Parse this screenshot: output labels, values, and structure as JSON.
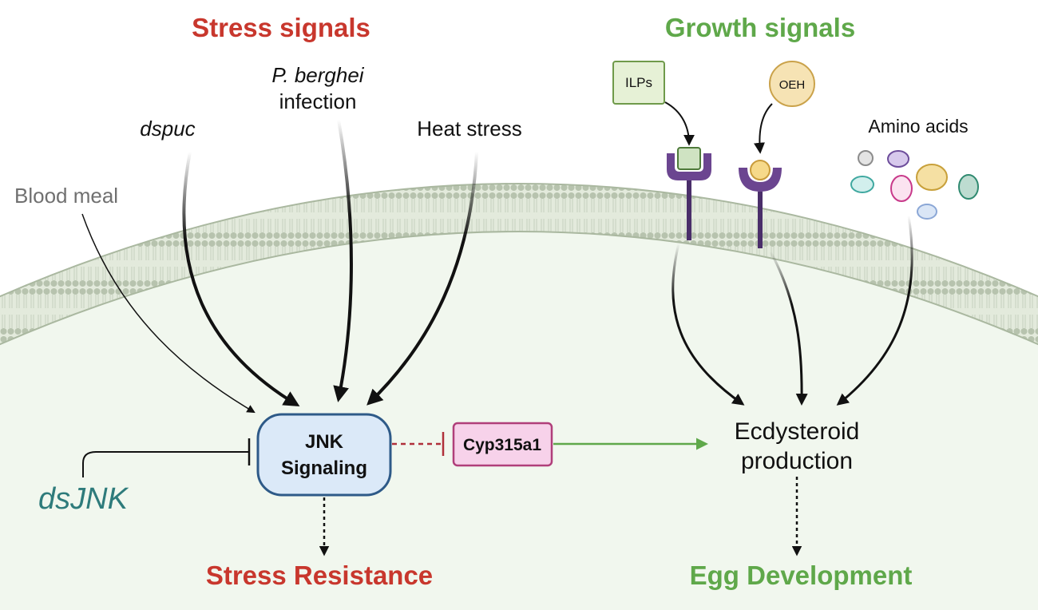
{
  "headings": {
    "stress_signals": "Stress signals",
    "growth_signals": "Growth signals",
    "stress_resistance": "Stress Resistance",
    "egg_development": "Egg Development"
  },
  "inputs": {
    "blood_meal": "Blood meal",
    "dspuc": "dspuc",
    "p_berghei": "P. berghei",
    "infection": "infection",
    "heat_stress": "Heat stress",
    "dsjnk": "dsJNK"
  },
  "nodes": {
    "jnk_line1": "JNK",
    "jnk_line2": "Signaling",
    "cyp": "Cyp315a1",
    "ecdy_line1": "Ecdysteroid",
    "ecdy_line2": "production"
  },
  "ligands": {
    "ilps": "ILPs",
    "oeh": "OEH",
    "amino_acids": "Amino acids"
  },
  "colors": {
    "stress_red": "#c8372d",
    "growth_green": "#5fa84a",
    "jnk_fill": "#dbe9f8",
    "jnk_border": "#2e5a88",
    "cyp_fill": "#f7d2ea",
    "cyp_border": "#b03f7a",
    "dsjnk_teal": "#2e7b7b",
    "receptor_purple": "#6b4590",
    "membrane": "#c9d4c2",
    "cell_interior": "#f1f7ee"
  }
}
